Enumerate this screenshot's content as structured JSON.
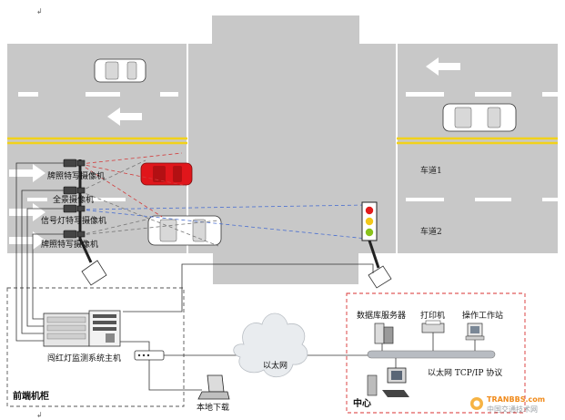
{
  "cameras": {
    "plate_cam_top": "牌照特写摄像机",
    "panorama_cam": "全景摄像机",
    "signal_cam": "信号灯特写摄像机",
    "plate_cam_bottom": "牌照特写摄像机"
  },
  "lanes": {
    "lane1": "车道1",
    "lane2": "车道2"
  },
  "front": {
    "host_label": "闯红灯监测系统主机",
    "cabinet_label": "前端机柜",
    "local_download": "本地下载"
  },
  "cloud": {
    "label": "以太网"
  },
  "center": {
    "db_server": "数据库服务器",
    "printer": "打印机",
    "workstation": "操作工作站",
    "bus_label": "以太网  TCP/IP 协议",
    "center_label": "中心"
  },
  "watermark": {
    "brand": "TRANBBS.com",
    "sub": "中国交通技术网"
  },
  "colors": {
    "road": "#c8c8c8",
    "lane_yellow": "#f2d21a",
    "red_car": "#e0161b",
    "dash_red": "#d23a3a",
    "dash_blue": "#4a6fd0",
    "border_dash": "#555555",
    "center_dash": "#d83030"
  }
}
